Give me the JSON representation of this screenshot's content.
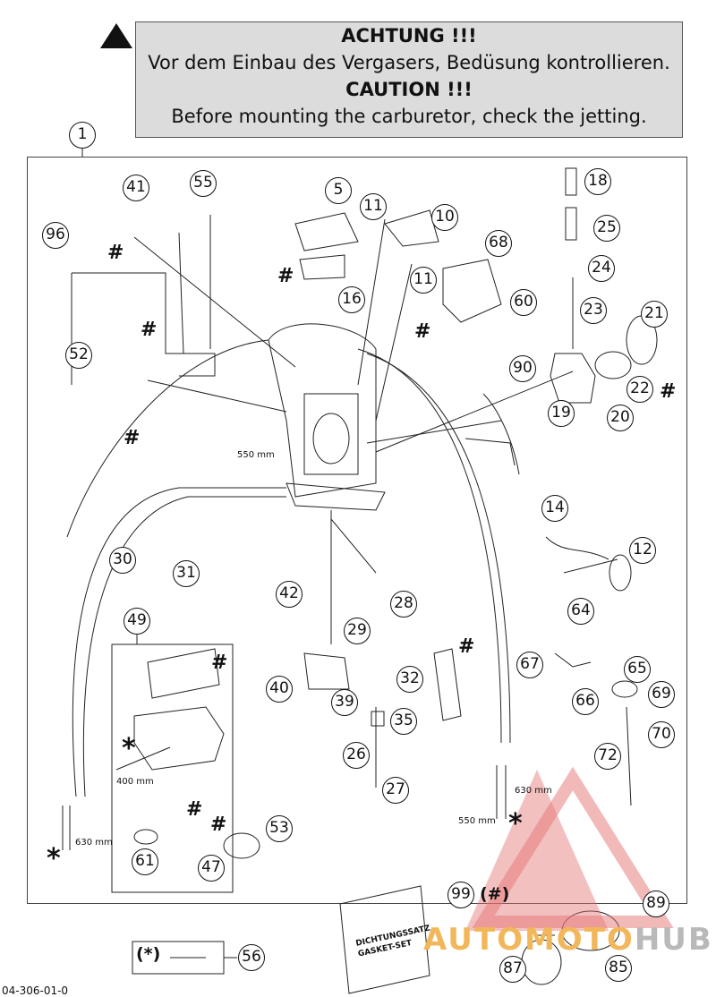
{
  "warning": {
    "line1": "ACHTUNG !!!",
    "line2": "Vor dem Einbau des Vergasers, Bedüsung kontrollieren.",
    "line3": "CAUTION !!!",
    "line4": "Before mounting the carburetor, check the jetting."
  },
  "main_assembly_label": "1",
  "parts": [
    "5",
    "10",
    "11",
    "11",
    "12",
    "14",
    "16",
    "18",
    "19",
    "20",
    "21",
    "22",
    "23",
    "24",
    "25",
    "26",
    "27",
    "28",
    "29",
    "30",
    "31",
    "32",
    "35",
    "39",
    "40",
    "41",
    "42",
    "47",
    "49",
    "52",
    "53",
    "55",
    "56",
    "60",
    "61",
    "64",
    "65",
    "66",
    "67",
    "68",
    "69",
    "70",
    "72",
    "87",
    "85",
    "89",
    "90",
    "96",
    "99"
  ],
  "dimensions": {
    "d550_top": "550 mm",
    "d400": "400 mm",
    "d630_left": "630 mm",
    "d630_right": "630 mm",
    "d550_bottom": "550 mm"
  },
  "symbols": {
    "hash": "#",
    "star": "*",
    "paren_hash": "(#)",
    "paren_star": "(*)"
  },
  "gasket_set": {
    "line1": "DICHTUNGSSATZ",
    "line2": "GASKET-SET"
  },
  "watermark": {
    "part1": "AUTOMOTO",
    "part2": "HUB"
  },
  "doc_number": "04-306-01-0"
}
